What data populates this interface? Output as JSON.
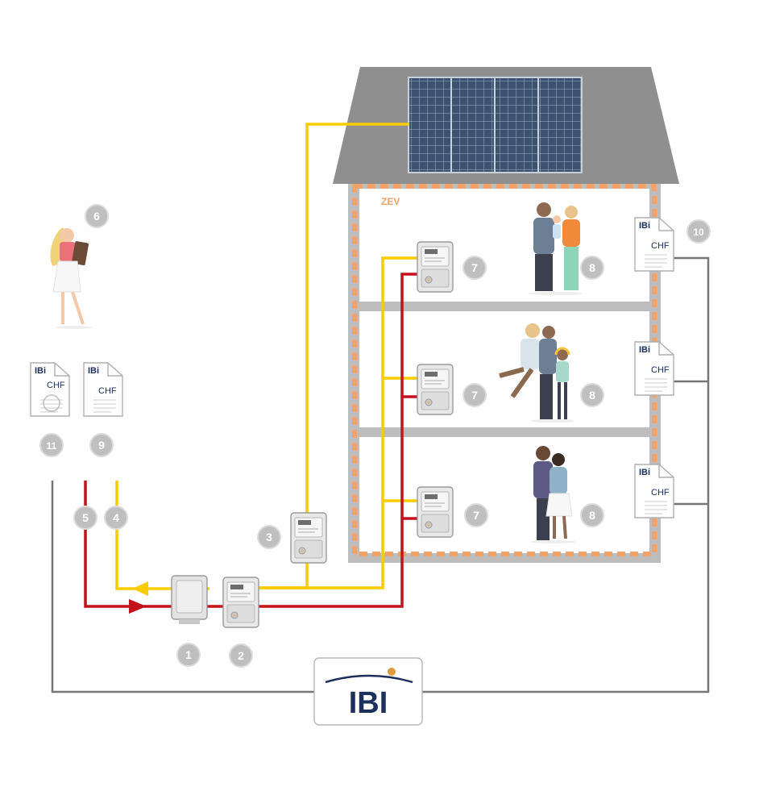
{
  "zone_label": "ZEV",
  "currency_label": "CHF",
  "logo": {
    "text": "IBI",
    "small_text": "IBi"
  },
  "markers": {
    "m1": "1",
    "m2": "2",
    "m3": "3",
    "m4": "4",
    "m5": "5",
    "m6": "6",
    "m7a": "7",
    "m7b": "7",
    "m7c": "7",
    "m8a": "8",
    "m8b": "8",
    "m8c": "8",
    "m9": "9",
    "m10": "10",
    "m11": "11"
  },
  "colors": {
    "house": "#bdbdbd",
    "roof": "#8f8f8f",
    "zev_dash": "#f0a36a",
    "solar_line": "#f8cc00",
    "grid_line": "#c4121a",
    "billing_line": "#777777",
    "marker_fill": "#bfbfbf",
    "logo_blue": "#1d2f5b",
    "logo_orange": "#e09b3d",
    "panel": "#3a4f6d"
  }
}
